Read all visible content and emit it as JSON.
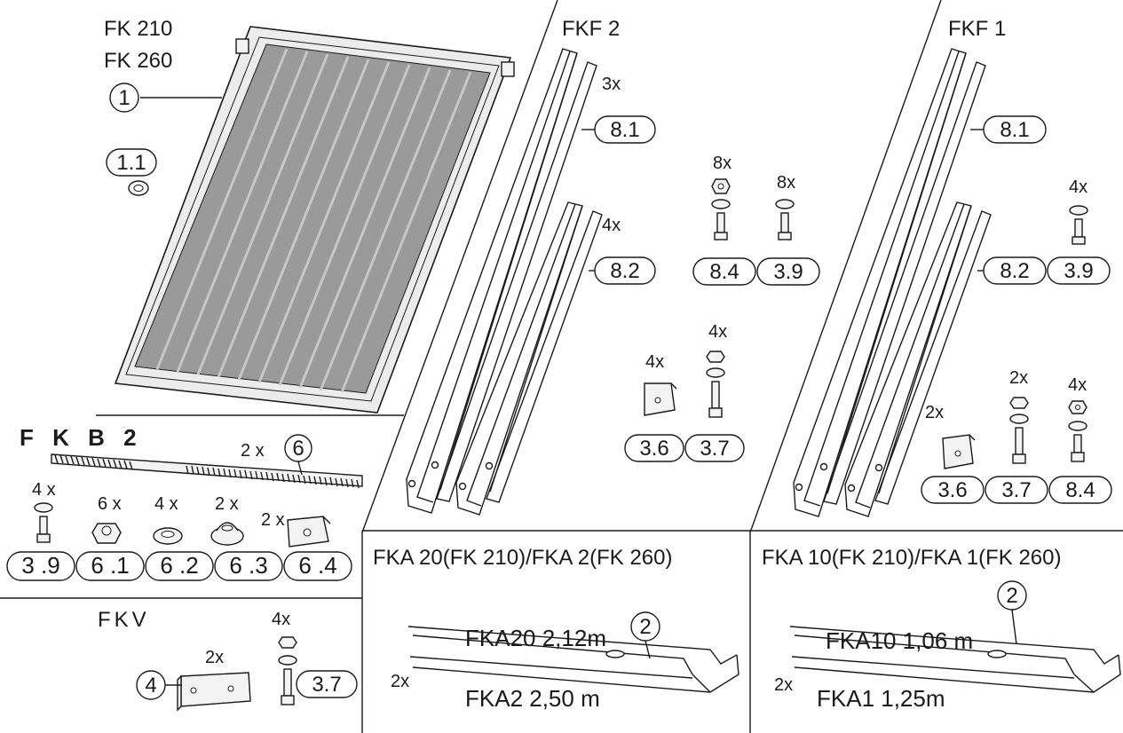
{
  "collector": {
    "model_a": "FK 210",
    "model_b": "FK 260",
    "callout_main": "1",
    "callout_seal": "1.1"
  },
  "fkf2": {
    "title": "FKF 2",
    "qty_rail_long": "3x",
    "callout_rail_long": "8.1",
    "qty_rail_short": "4x",
    "callout_rail_short": "8.2",
    "qty_bolt_nut": "8x",
    "callout_bolt_nut": "8.4",
    "qty_bolt_washer": "8x",
    "callout_bolt_washer": "3.9",
    "qty_clamp": "4x",
    "callout_clamp": "3.6",
    "qty_bolt_long": "4x",
    "callout_bolt_long": "3.7"
  },
  "fkf1": {
    "title": "FKF 1",
    "callout_rail_long": "8.1",
    "callout_rail_short": "8.2",
    "qty_bolt_washer": "4x",
    "callout_bolt_washer": "3.9",
    "qty_clamp": "2x",
    "callout_clamp": "3.6",
    "qty_bolt_long": "2x",
    "callout_bolt_long": "3.7",
    "qty_bolt_nut": "4x",
    "callout_bolt_nut": "8.4"
  },
  "fkb2": {
    "title": "F K B  2",
    "qty_rod": "2 x",
    "callout_rod": "6",
    "qty_bolt": "4 x",
    "callout_bolt": "3 .9",
    "qty_nut": "6 x",
    "callout_nut": "6 .1",
    "qty_washer": "4 x",
    "callout_washer": "6 .2",
    "qty_cap": "2 x",
    "callout_cap": "6 .3",
    "qty_block": "2 x",
    "callout_block": "6 .4"
  },
  "fkv": {
    "title": "FKV",
    "qty_plate": "2x",
    "callout_plate": "4",
    "qty_bolt": "4x",
    "callout_bolt": "3.7"
  },
  "fka_left": {
    "title": "FKA 20(FK 210)/FKA 2(FK 260)",
    "label_top": "FKA20 2,12m",
    "callout": "2",
    "qty": "2x",
    "label_bottom": "FKA2 2,50 m"
  },
  "fka_right": {
    "title": "FKA 10(FK 210)/FKA 1(FK 260)",
    "label_top": "FKA10 1,06 m",
    "callout": "2",
    "qty": "2x",
    "label_bottom": "FKA1 1,25m"
  }
}
